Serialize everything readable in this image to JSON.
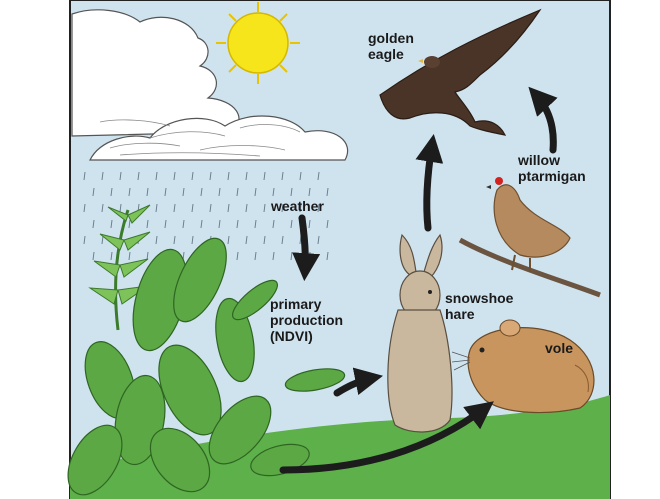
{
  "colors": {
    "sky": "#cfe3ef",
    "sun": "#f7e51b",
    "ground": "#5db04a",
    "leaf": "#5ba844",
    "arrow": "#1c1c1c",
    "eagle": "#4a3428",
    "hare": "#c9b89e",
    "vole": "#c8955e",
    "ptarmigan": "#b58a5f"
  },
  "labels": {
    "weather": "weather",
    "primary": [
      "primary",
      "production",
      "(NDVI)"
    ],
    "eagle": [
      "golden",
      "eagle"
    ],
    "ptarmigan": [
      "willow",
      "ptarmigan"
    ],
    "hare": [
      "snowshoe",
      "hare"
    ],
    "vole": "vole"
  },
  "icons": [
    "sun-icon",
    "cloud-icon",
    "rain-icon",
    "plant-icon",
    "eagle-icon",
    "ptarmigan-icon",
    "hare-icon",
    "vole-icon",
    "arrow-icon"
  ]
}
